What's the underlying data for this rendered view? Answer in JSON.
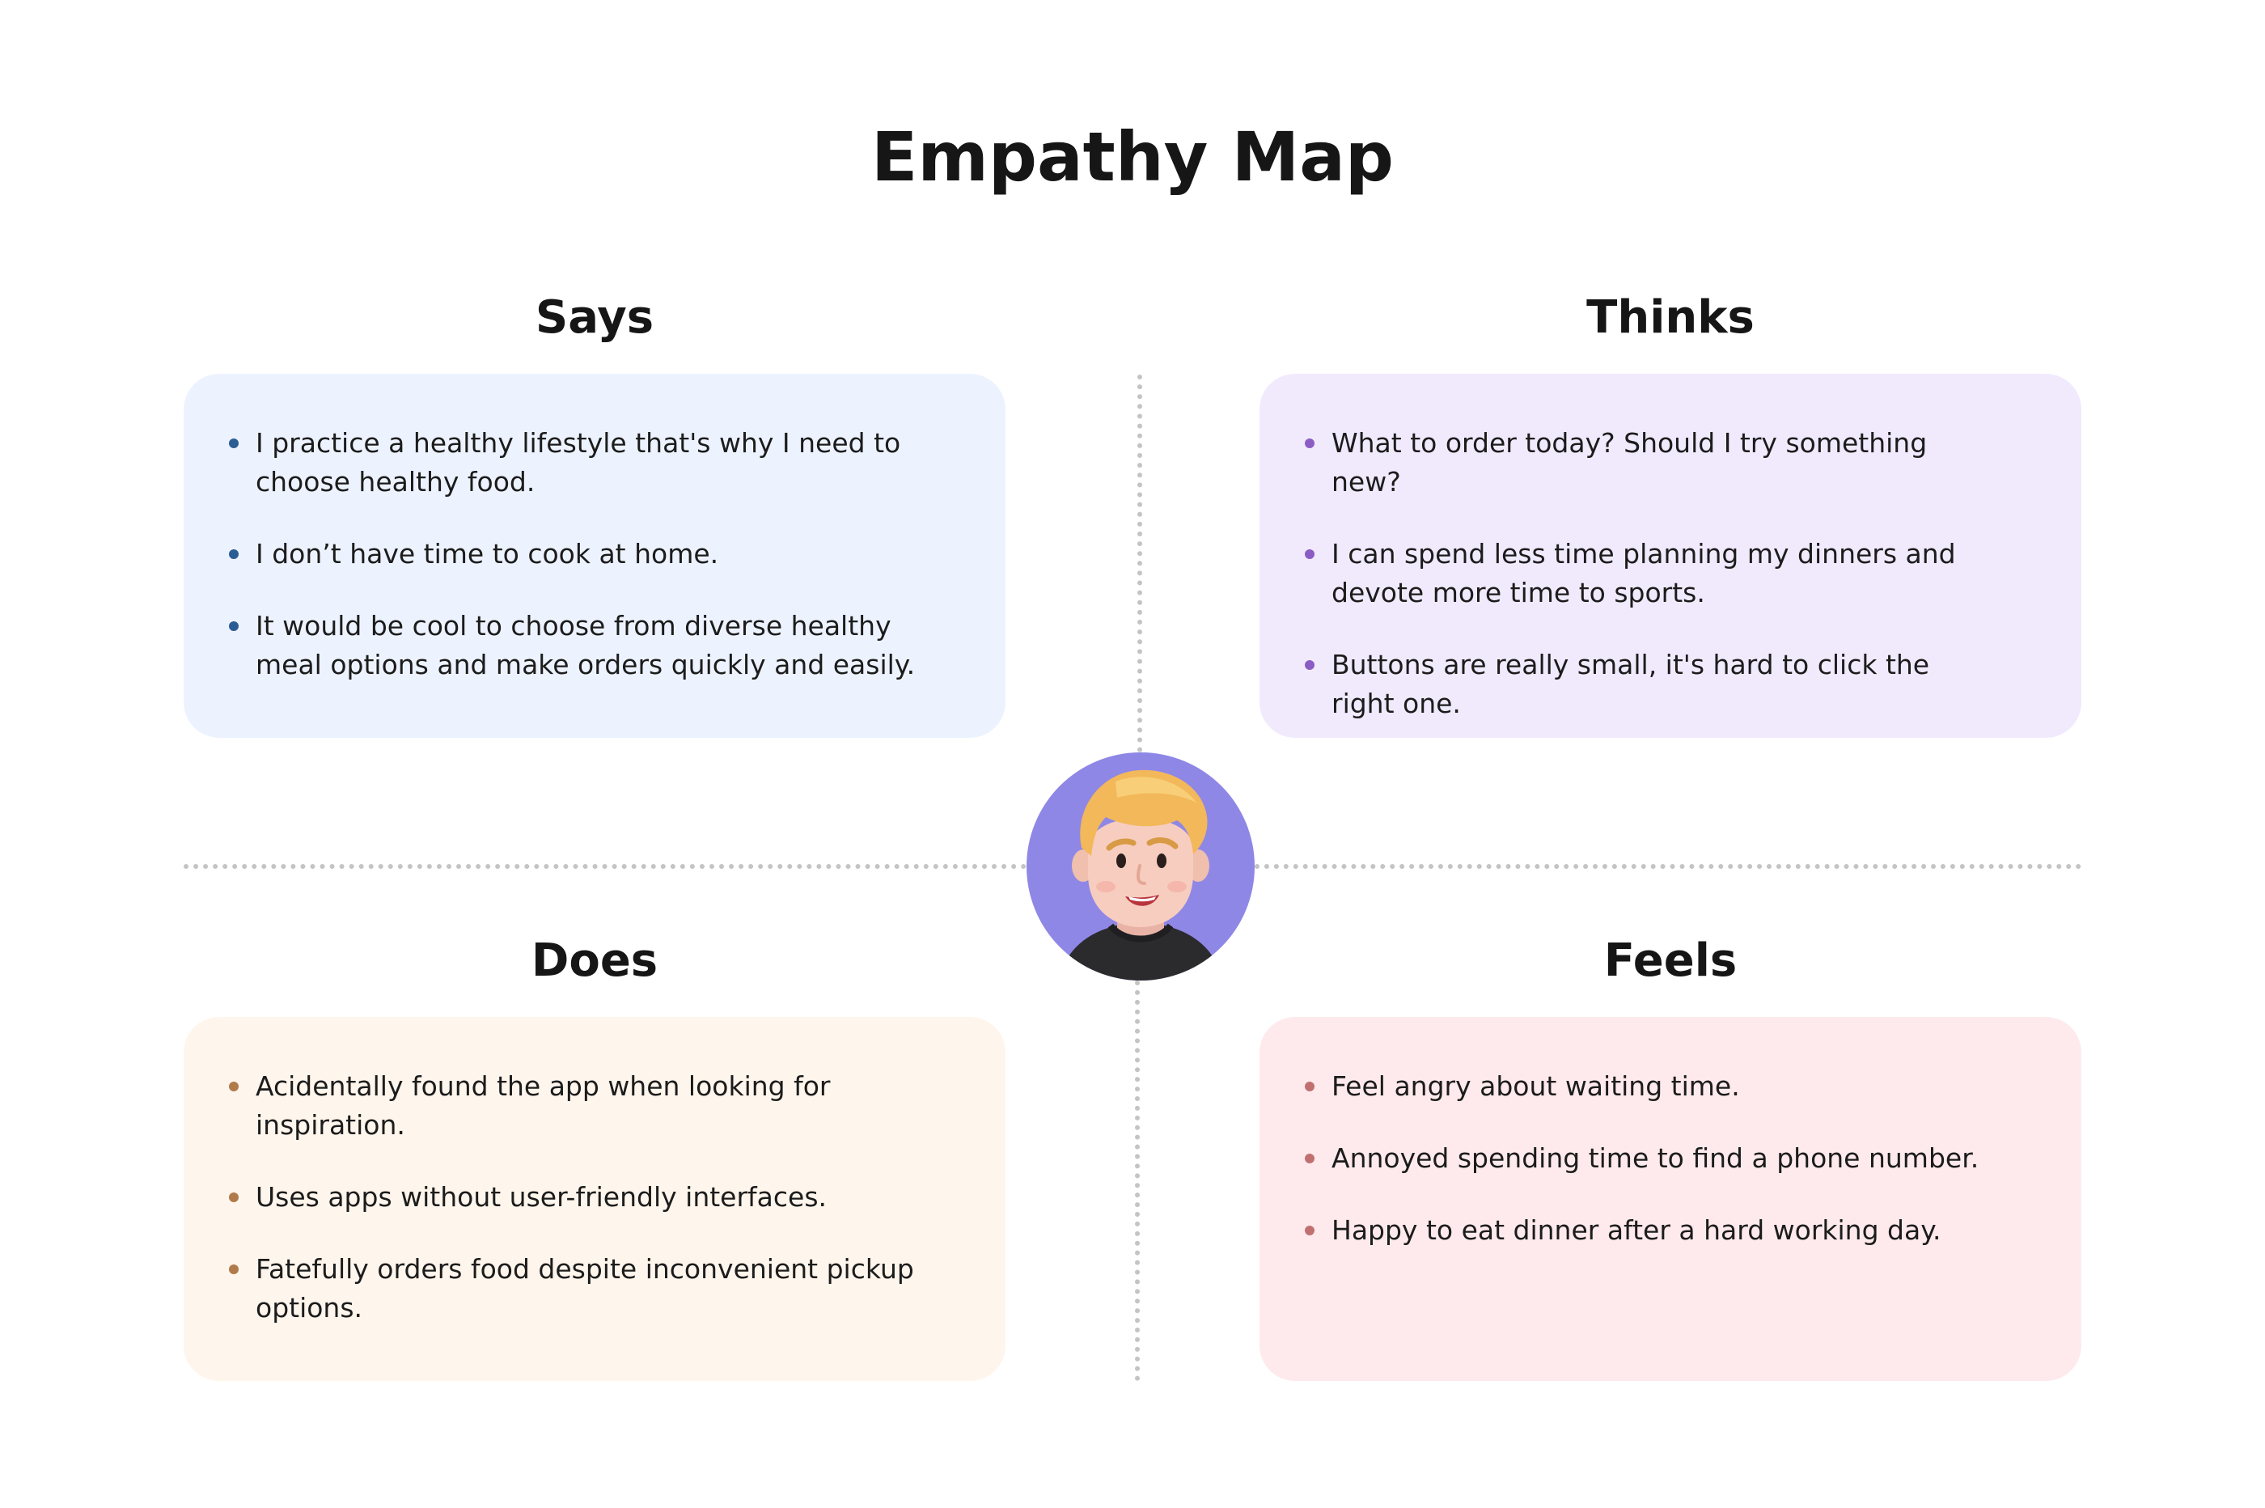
{
  "title": "Empathy Map",
  "colors": {
    "says_bg": "#edf3fe",
    "says_bullet": "#2b5d94",
    "thinks_bg": "#f1eafd",
    "thinks_bullet": "#8b5cc4",
    "does_bg": "#fef5ec",
    "does_bullet": "#b07a4a",
    "feels_bg": "#feeaec",
    "feels_bullet": "#c07070",
    "avatar_bg": "#8f87e6",
    "divider": "#c4c4c4"
  },
  "says": {
    "title": "Says",
    "items": [
      "I practice a healthy lifestyle that's why I need to choose healthy food.",
      "I don’t have time to cook at home.",
      "It would be cool to choose from diverse healthy meal options and make orders quickly and easily."
    ]
  },
  "thinks": {
    "title": "Thinks",
    "items": [
      "What to order today? Should I try something new?",
      "I can spend less time planning my dinners and devote more time to sports.",
      "Buttons are really small, it's hard to click the right one."
    ]
  },
  "does": {
    "title": "Does",
    "items": [
      "Acidentally found the app when looking for inspiration.",
      "Uses apps without user-friendly interfaces.",
      "Fatefully orders food despite inconvenient pickup options."
    ]
  },
  "feels": {
    "title": "Feels",
    "items": [
      "Feel angry about waiting time.",
      "Annoyed spending time to find a phone number.",
      "Happy to eat dinner after a hard working day."
    ]
  },
  "avatar": {
    "icon": "user-avatar-icon"
  }
}
